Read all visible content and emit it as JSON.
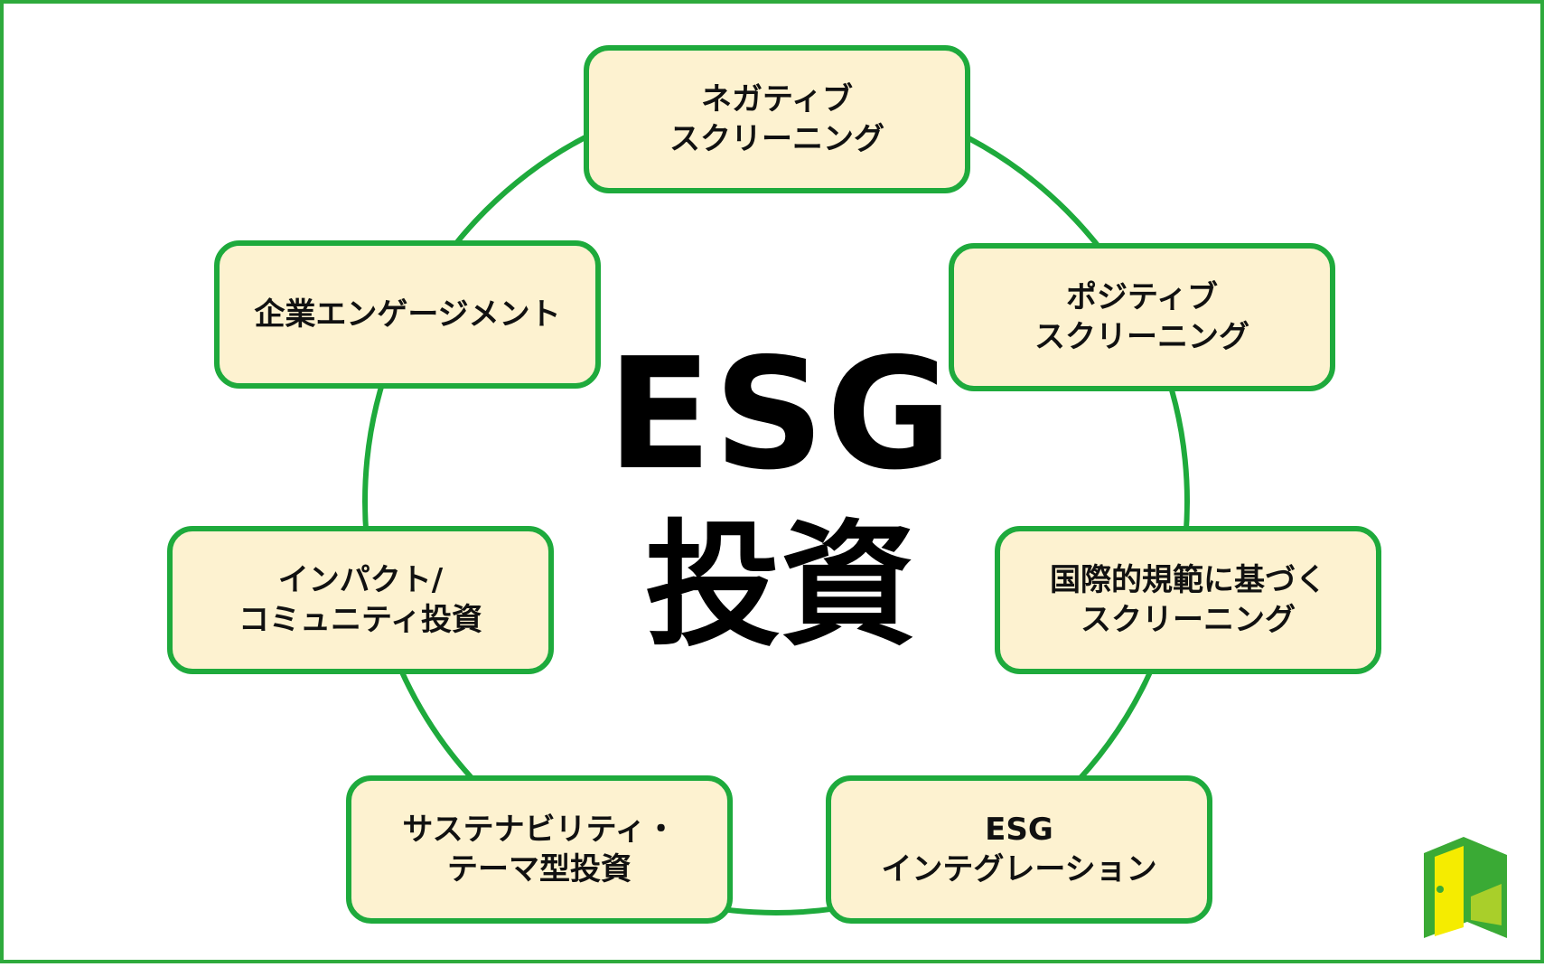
{
  "diagram": {
    "center": {
      "line1": "ESG",
      "line2": "投資"
    },
    "nodes": [
      {
        "id": "negative-screening",
        "label": "ネガティブ\nスクリーニング"
      },
      {
        "id": "positive-screening",
        "label": "ポジティブ\nスクリーニング"
      },
      {
        "id": "norms-based-screening",
        "label": "国際的規範に基づく\nスクリーニング"
      },
      {
        "id": "esg-integration",
        "label": "ESG\nインテグレーション"
      },
      {
        "id": "sustainability-themed",
        "label": "サステナビリティ・\nテーマ型投資"
      },
      {
        "id": "impact-community",
        "label": "インパクト/\nコミュニティ投資"
      },
      {
        "id": "corporate-engagement",
        "label": "企業エンゲージメント"
      }
    ],
    "colors": {
      "accent_green": "#1eaa3c",
      "node_fill": "#fdf2d0",
      "frame": "#2eaa3c",
      "logo_dark": "#3aaa35",
      "logo_light": "#f5ec00"
    },
    "logo_icon": "green-door-icon"
  }
}
